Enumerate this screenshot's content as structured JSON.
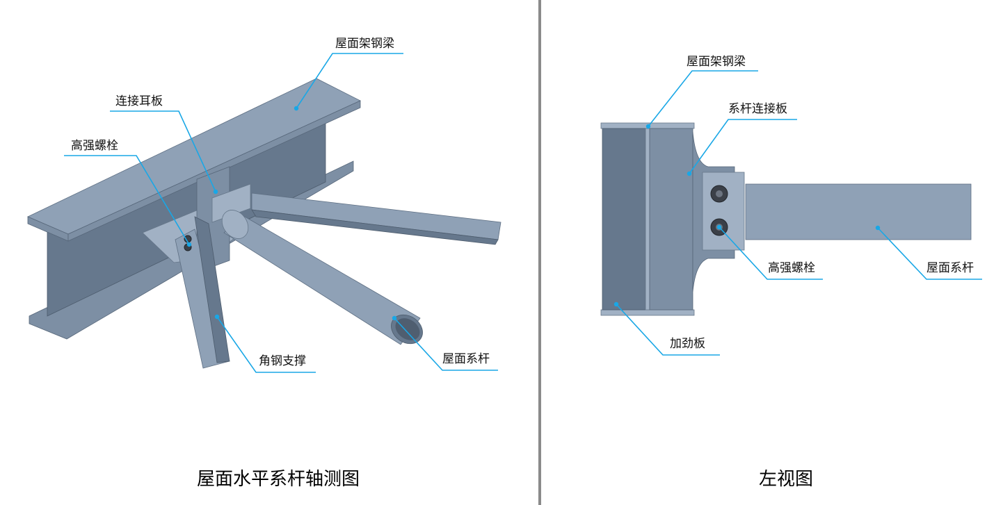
{
  "left_view": {
    "caption": "屋面水平系杆轴测图",
    "labels": {
      "roof_beam": "屋面架钢梁",
      "ear_plate": "连接耳板",
      "hs_bolt": "高强螺栓",
      "angle_brace": "角钢支撑",
      "tie_rod": "屋面系杆"
    }
  },
  "right_view": {
    "caption": "左视图",
    "labels": {
      "roof_beam": "屋面架钢梁",
      "tie_plate": "系杆连接板",
      "hs_bolt": "高强螺栓",
      "tie_rod": "屋面系杆",
      "stiffener": "加劲板"
    }
  },
  "colors": {
    "leader_line": "#19a7e6",
    "steel": "#8fa1b6",
    "divider": "#8a8a8a"
  }
}
